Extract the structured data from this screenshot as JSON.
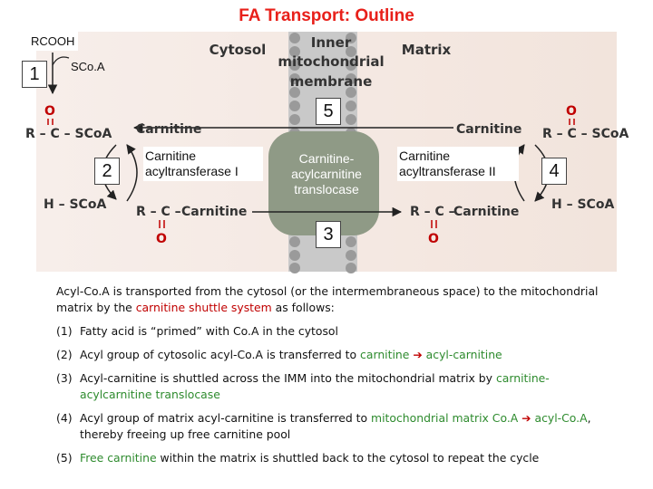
{
  "title": "FA Transport: Outline",
  "diagram": {
    "rcooh": "RCOOH",
    "scoa_top": "SCo.A",
    "step1": "1",
    "step2": "2",
    "step3": "3",
    "step4": "4",
    "step5": "5",
    "cytosol": "Cytosol",
    "membrane_line1": "Inner",
    "membrane_line2": "mitochondrial",
    "membrane_line3": "membrane",
    "matrix": "Matrix",
    "carnitine_left": "Carnitine",
    "carnitine_right": "Carnitine",
    "carnitine_bottom": "Carnitine",
    "carnitine_bottom_right": "Carnitine",
    "enzyme1": "Carnitine acyltransferase I",
    "translocase": "Carnitine-acylcarnitine translocase",
    "enzyme2": "Carnitine acyltransferase II",
    "acyl_left": "R – C – SCoA",
    "acyl_right": "R – C – SCoA",
    "hscoa_left": "H – SCoA",
    "hscoa_right": "H – SCoA",
    "o_symbol": "O",
    "r_c": "R – C –"
  },
  "text": {
    "intro_1": "Acyl-Co.A is transported from the cytosol (or the intermembraneous space) to the mitochondrial matrix by the ",
    "intro_red": "carnitine shuttle system",
    "intro_2": " as follows:",
    "items": [
      {
        "num": "(1)",
        "a": "Fatty acid is “primed” with Co.A in the cytosol"
      },
      {
        "num": "(2)",
        "a": "Acyl group of cytosolic acyl-Co.A is transferred to ",
        "g1": "carnitine",
        "arrow": " ➔ ",
        "g2": "acyl-carnitine"
      },
      {
        "num": "(3)",
        "a": "Acyl-carnitine is shuttled across the IMM into the mitochondrial matrix by ",
        "g1": "carnitine-acylcarnitine translocase"
      },
      {
        "num": "(4)",
        "a": "Acyl group of matrix acyl-carnitine is transferred to ",
        "g1": "mitochondrial matrix Co.A",
        "arrow": " ➔ ",
        "g2": "acyl-Co.A",
        "b": ", thereby freeing up free carnitine pool"
      },
      {
        "num": "(5)",
        "g1": "Free carnitine",
        "a2": " within the matrix is shuttled back to the cytosol to repeat the cycle"
      }
    ]
  },
  "colors": {
    "title": "#e8201a",
    "red": "#c00000",
    "green": "#2e8b2e"
  }
}
